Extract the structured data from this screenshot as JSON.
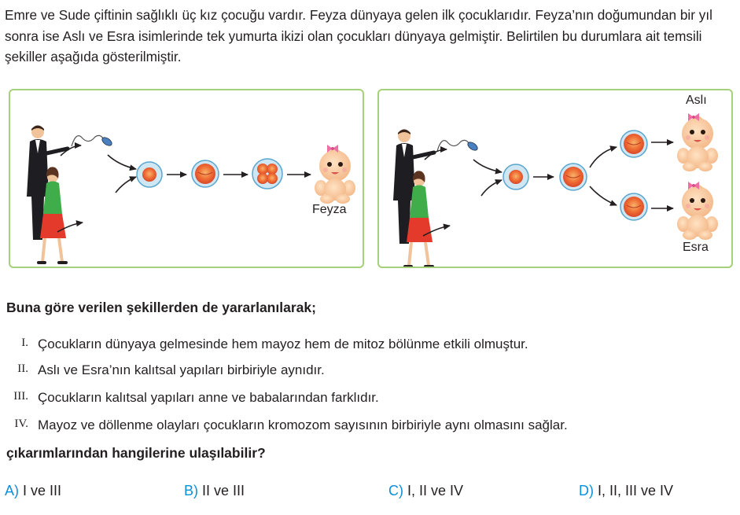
{
  "intro": "Emre ve Sude çiftinin sağlıklı üç kız çocuğu vardır. Feyza dünyaya gelen ilk çocuklarıdır. Feyza’nın doğumundan bir yıl sonra ise Aslı ve Esra isimlerinde tek yumurta ikizi olan çocukları dünyaya gelmiştir. Belirtilen bu durumlara ait temsili şekiller aşağıda gösterilmiştir.",
  "figure_left": {
    "baby_label": "Feyza"
  },
  "figure_right": {
    "baby_top_label": "Aslı",
    "baby_bottom_label": "Esra"
  },
  "question_intro": "Buna göre verilen şekillerden de yararlanılarak;",
  "statements": [
    {
      "num": "I.",
      "text": "Çocukların dünyaya gelmesinde hem mayoz hem de mitoz bölünme etkili olmuştur."
    },
    {
      "num": "II.",
      "text": "Aslı ve Esra’nın kalıtsal yapıları birbiriyle aynıdır."
    },
    {
      "num": "III.",
      "text": "Çocukların kalıtsal yapıları anne ve babalarından farklıdır."
    },
    {
      "num": "IV.",
      "text": "Mayoz ve döllenme olayları çocukların kromozom sayısının birbiriyle aynı olmasını sağlar."
    }
  ],
  "question_end": "çıkarımlarından hangilerine ulaşılabilir?",
  "options": [
    {
      "letter": "A)",
      "text": "I ve III"
    },
    {
      "letter": "B)",
      "text": "II ve III"
    },
    {
      "letter": "C)",
      "text": "I, II ve IV"
    },
    {
      "letter": "D)",
      "text": "I, II, III ve IV"
    }
  ],
  "colors": {
    "panel_border": "#a6d17a",
    "option_letter": "#0b8fd8"
  }
}
